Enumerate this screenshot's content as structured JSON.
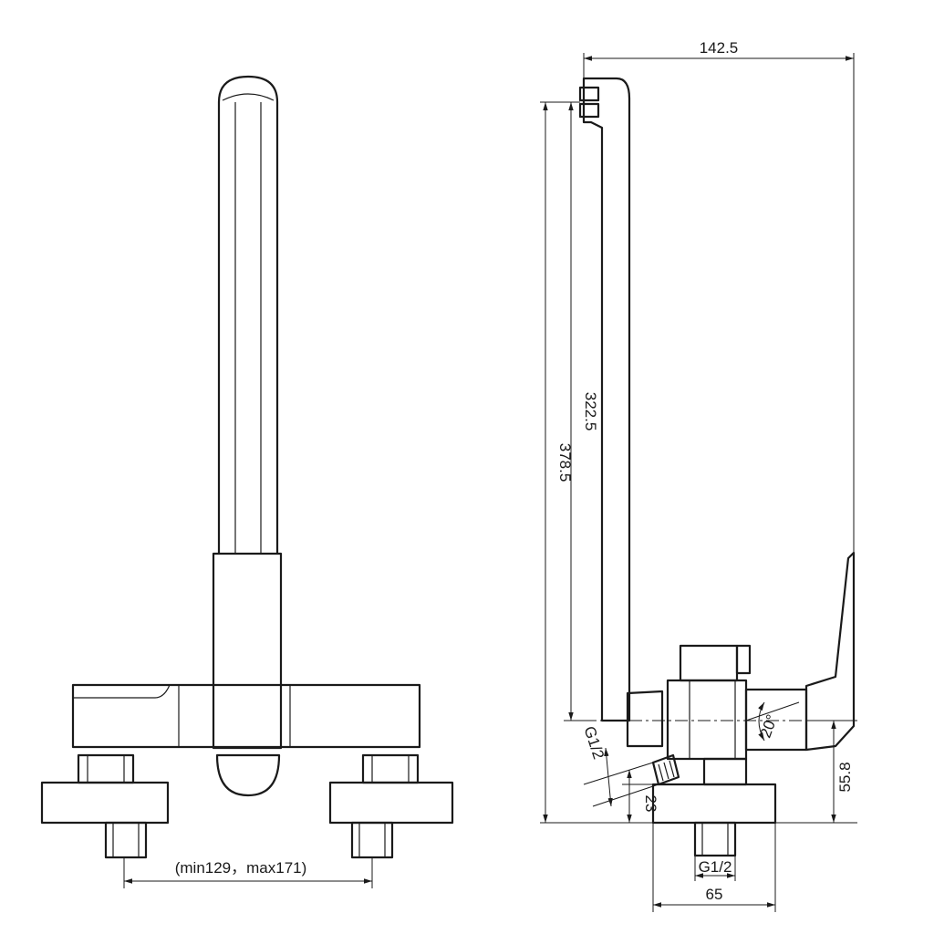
{
  "dimensions": {
    "overall_width": "142.5",
    "spout_height": "322.5",
    "overall_height": "378.5",
    "mount_height": "55.8",
    "inlet_offset": "23",
    "base_width": "65",
    "angle": "20°",
    "side_thread": "G1/2",
    "inlet_thread": "G1/2",
    "center_distance": "(min129，max171)"
  },
  "colors": {
    "line": "#1a1a1a",
    "background": "#ffffff"
  }
}
